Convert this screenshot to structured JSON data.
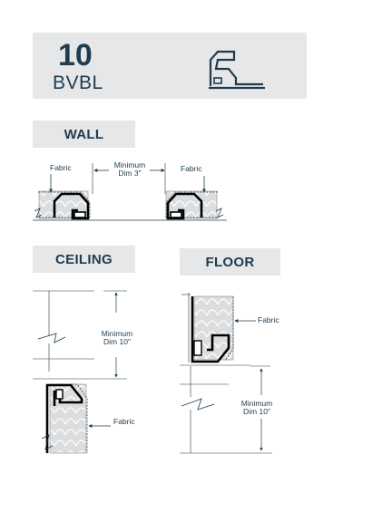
{
  "header": {
    "number": "10",
    "name": "BVBL"
  },
  "wall": {
    "title": "WALL",
    "fabric_left": "Fabric",
    "fabric_right": "Fabric",
    "minimum_line1": "Minimum",
    "minimum_line2": "Dim 3\""
  },
  "ceiling": {
    "title": "CEILING",
    "minimum_line1": "Minimum",
    "minimum_line2": "Dim 10\"",
    "fabric": "Fabric"
  },
  "floor": {
    "title": "FLOOR",
    "fabric": "Fabric",
    "minimum_line1": "Minimum",
    "minimum_line2": "Dim 10\""
  },
  "colors": {
    "navy": "#1f3b4d",
    "panel_gray": "#e6e7e8",
    "insulation": "#d8d9da"
  }
}
